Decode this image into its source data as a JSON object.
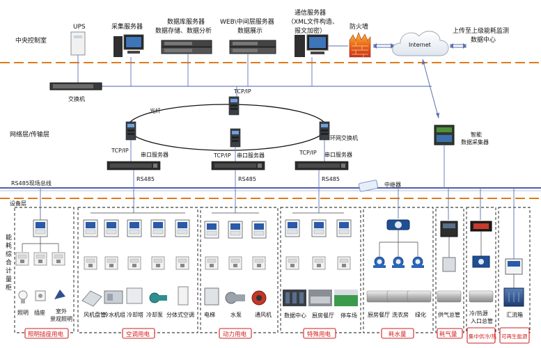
{
  "layers": {
    "central": "中央控制室",
    "network": "网络层/传输层",
    "device": "设备层"
  },
  "servers": {
    "ups": "UPS",
    "acquisition": "采集服务器",
    "database_l1": "数据库服务器",
    "database_l2": "数据存储、数据分析",
    "web_l1": "WEB\\中间层服务器",
    "web_l2": "数据展示",
    "comm_l1": "通信服务器",
    "comm_l2": "（XML文件构造、",
    "comm_l3": "报文加密）",
    "firewall": "防火墙",
    "internet": "Internet",
    "upload_l1": "上传至上级能耗监测",
    "upload_l2": "数据中心"
  },
  "network": {
    "switch": "交换机",
    "tcpip": "TCP/IP",
    "fiber": "光纤",
    "ring_switch": "环网交换机",
    "serial_server": "串口服务器",
    "rs485": "RS485",
    "rs485_bus": "RS485现场总线",
    "repeater": "中继器",
    "collector_l1": "智能",
    "collector_l2": "数据采集器"
  },
  "vertical_title": [
    "能",
    "耗",
    "综",
    "合",
    "计",
    "量",
    "柜"
  ],
  "groups": {
    "lighting": {
      "label": "照明插座用电",
      "items": [
        "照明",
        "插座",
        "室外",
        "景观照明"
      ]
    },
    "hvac": {
      "label": "空调用电",
      "items": [
        "风机盘管",
        "冷水机组",
        "冷却塔",
        "冷却泵",
        "分体式空调"
      ]
    },
    "power": {
      "label": "动力用电",
      "items": [
        "电梯",
        "水泵",
        "通风机"
      ]
    },
    "special": {
      "label": "特殊用电",
      "items": [
        "数据中心",
        "厨房餐厅",
        "停车场"
      ]
    },
    "water": {
      "label": "耗水量",
      "items": [
        "厨房餐厅",
        "洗衣房",
        "绿化"
      ]
    },
    "gas": {
      "label": "耗气量",
      "items": [
        "供气总管"
      ]
    },
    "central_heat": {
      "label": "集中供冷/热",
      "items": [
        "冷/热源",
        "入口总管"
      ]
    },
    "renewable": {
      "label": "可再生能源",
      "items": [
        "汇流箱"
      ]
    }
  },
  "colors": {
    "bus_line": "#6f7fc0",
    "dash_separator": "#e07a18",
    "group_label": "#d21e1e",
    "meter_frame": "#2a5aa8"
  }
}
